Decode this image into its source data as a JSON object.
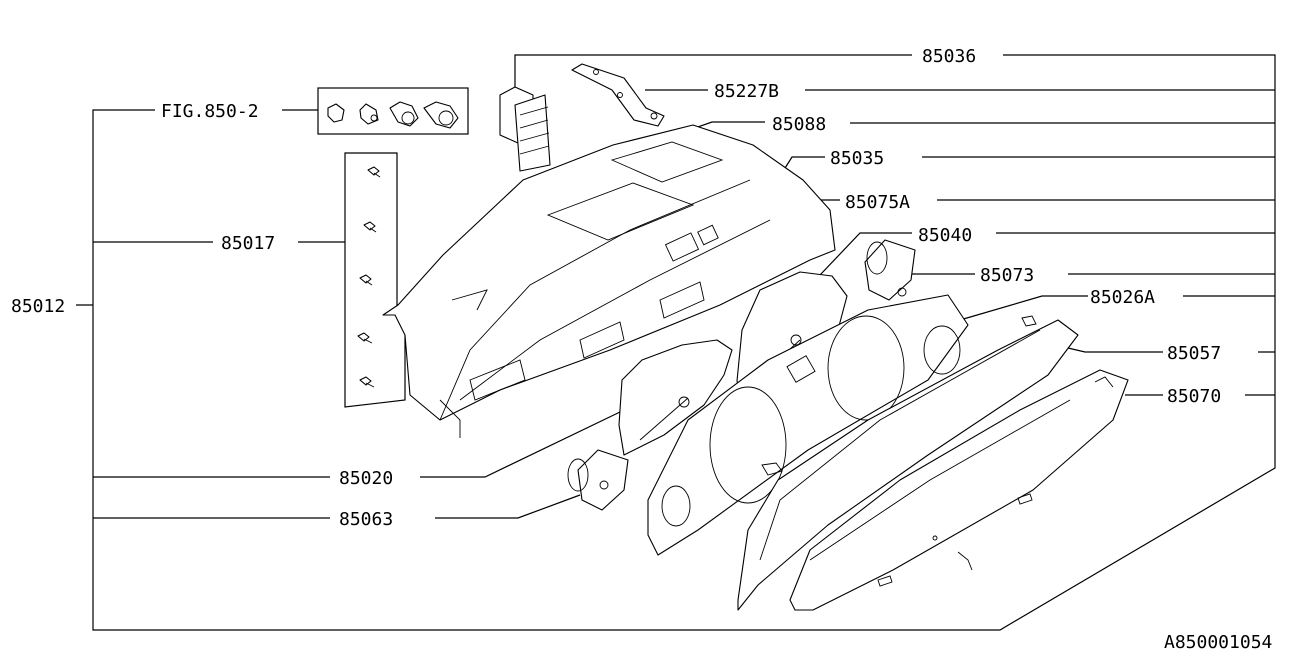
{
  "labels": {
    "p85036": "85036",
    "p85227B": "85227B",
    "p85088": "85088",
    "p85035": "85035",
    "p85075A": "85075A",
    "p85040": "85040",
    "p85073": "85073",
    "p85026A": "85026A",
    "p85057": "85057",
    "p85070": "85070",
    "fig": "FIG.850-2",
    "p85017": "85017",
    "p85012": "85012",
    "p85020": "85020",
    "p85063": "85063"
  },
  "figure_id": "A850001054"
}
